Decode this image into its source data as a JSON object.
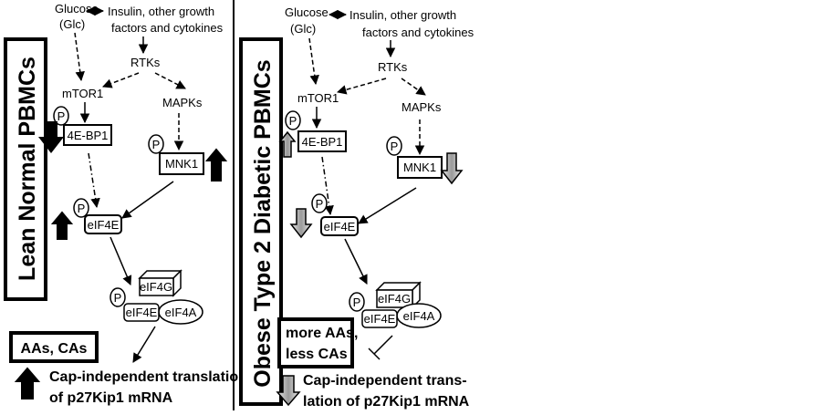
{
  "left": {
    "title": "Lean Normal PBMCs",
    "glucose_1": "Glucose",
    "glucose_2": "(Glc)",
    "insulin_1": "Insulin, other growth",
    "insulin_2": "factors and cytokines",
    "rtks": "RTKs",
    "mtor1": "mTOR1",
    "mapks": "MAPKs",
    "p": "P",
    "bp1": "4E-BP1",
    "mnk1": "MNK1",
    "eif4e": "eIF4E",
    "eif4g": "eIF4G",
    "eif4e_complex": "eIF4E",
    "eif4a": "eIF4A",
    "aas_box": "AAs, CAs",
    "translation_1": "Cap-independent translation",
    "translation_2": "of p27Kip1 mRNA"
  },
  "right": {
    "title": "Obese Type 2 Diabetic PBMCs",
    "glucose_1": "Glucose",
    "glucose_2": "(Glc)",
    "insulin_1": "Insulin, other growth",
    "insulin_2": "factors and cytokines",
    "rtks": "RTKs",
    "mtor1": "mTOR1",
    "mapks": "MAPKs",
    "p": "P",
    "bp1": "4E-BP1",
    "mnk1": "MNK1",
    "eif4e": "eIF4E",
    "eif4g": "eIF4G",
    "eif4e_complex": "eIF4E",
    "eif4a": "eIF4A",
    "aas_box_1": "more AAs,",
    "aas_box_2": "less CAs",
    "translation_1": "Cap-independent trans-",
    "translation_2": "lation of p27Kip1 mRNA"
  },
  "colors": {
    "black": "#000000",
    "up_arrow_fill": "#000000",
    "down_arrow_fill_gray": "#a6a6a6"
  }
}
